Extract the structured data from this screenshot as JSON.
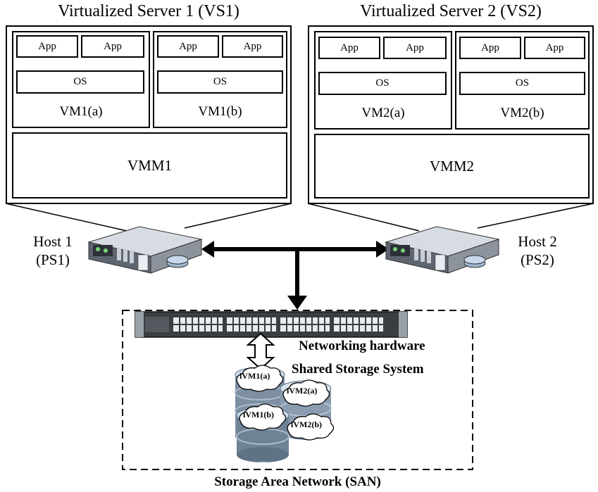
{
  "servers": [
    {
      "title": "Virtualized Server 1 (VS1)",
      "vms": [
        {
          "apps": [
            "App",
            "App"
          ],
          "os": "OS",
          "label": "VM1(a)"
        },
        {
          "apps": [
            "App",
            "App"
          ],
          "os": "OS",
          "label": "VM1(b)"
        }
      ],
      "vmm": "VMM1"
    },
    {
      "title": "Virtualized Server 2 (VS2)",
      "vms": [
        {
          "apps": [
            "App",
            "App"
          ],
          "os": "OS",
          "label": "VM2(a)"
        },
        {
          "apps": [
            "App",
            "App"
          ],
          "os": "OS",
          "label": "VM2(b)"
        }
      ],
      "vmm": "VMM2"
    }
  ],
  "hosts": [
    {
      "line1": "Host 1",
      "line2": "(PS1)"
    },
    {
      "line1": "Host 2",
      "line2": "(PS2)"
    }
  ],
  "san": {
    "networking_label": "Networking hardware",
    "storage_label": "Shared Storage System",
    "title": "Storage Area Network (SAN)",
    "images": [
      "iVM1(a)",
      "iVM2(a)",
      "iVM1(b)",
      "iVM2(b)"
    ]
  }
}
